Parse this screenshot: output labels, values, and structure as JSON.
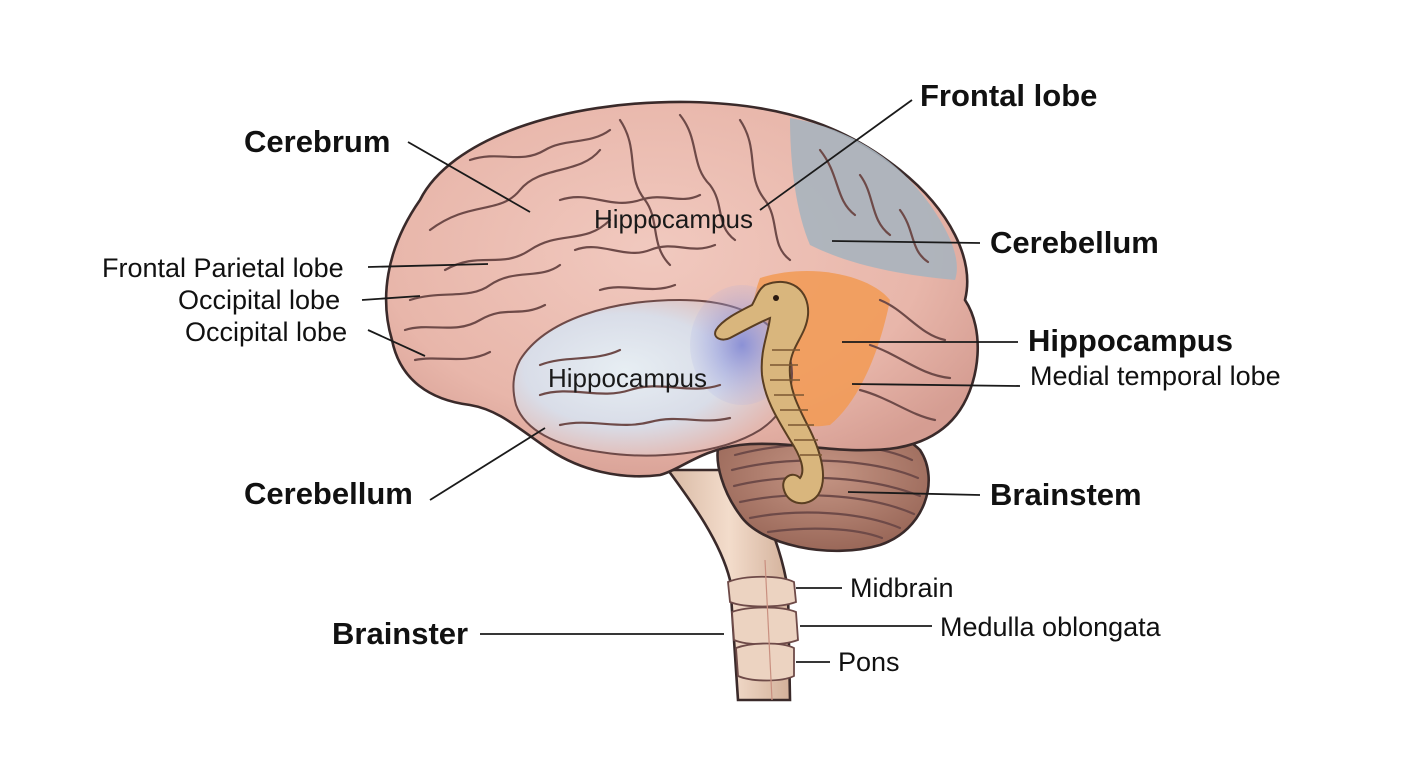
{
  "labels": {
    "cerebrum": "Cerebrum",
    "frontal_lobe": "Frontal lobe",
    "cerebellum_right": "Cerebellum",
    "frontal_parietal_lobe": "Frontal Parietal lobe",
    "occipital_lobe_1": "Occipital lobe",
    "occipital_lobe_2": "Occipital lobe",
    "hippocampus_upper": "Hippocampus",
    "hippocampus_middle": "Hippocampus",
    "hippocampus_right": "Hippocampus",
    "medial_temporal_lobe": "Medial temporal lobe",
    "cerebellum_left": "Cerebellum",
    "brainstem": "Brainstem",
    "midbrain": "Midbrain",
    "brainster": "Brainster",
    "medulla_oblongata": "Medulla oblongata",
    "pons": "Pons"
  },
  "colors": {
    "cortex": "#eab9ae",
    "cortex_shadow": "#d9a196",
    "frontal_region": "#a9b4be",
    "hippocampus_region": "#f29a54",
    "temporal_highlight": "#8c94d8",
    "cerebellum": "#a87565",
    "brainstem": "#ead0bd",
    "seahorse": "#d9b67d"
  }
}
